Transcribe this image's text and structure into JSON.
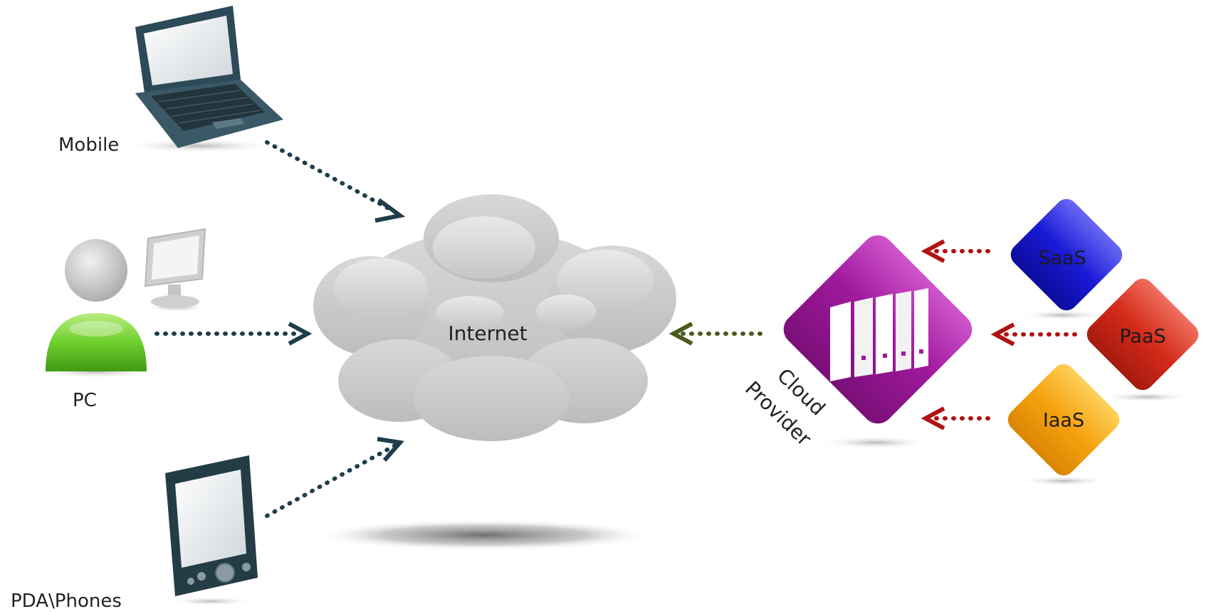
{
  "nodes": {
    "mobile": {
      "label": "Mobile"
    },
    "pc": {
      "label": "PC"
    },
    "pda": {
      "label": "PDA\\Phones"
    },
    "internet": {
      "label": "Internet"
    },
    "provider": {
      "label_line1": "Cloud",
      "label_line2": "Provider"
    },
    "saas": {
      "label": "SaaS"
    },
    "paas": {
      "label": "PaaS"
    },
    "iaas": {
      "label": "IaaS"
    }
  },
  "colors": {
    "client_arrow": "#1f3d4a",
    "provider_arrow": "#4b5a1e",
    "service_arrow": "#b01212",
    "provider": "#a0199e",
    "saas": "#1a1ad6",
    "paas": "#d42a1a",
    "iaas": "#f5a20f",
    "cloud": "#c9c9c9",
    "pc_person": "#6fcf2e"
  }
}
